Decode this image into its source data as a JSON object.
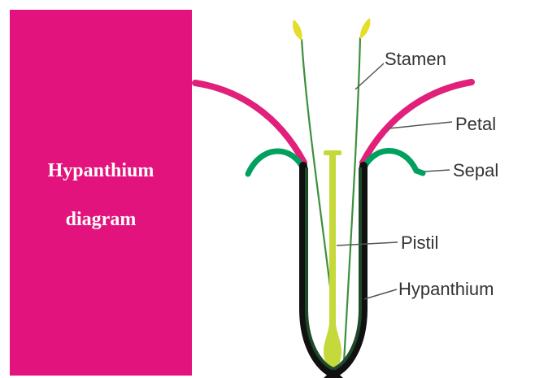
{
  "title_box": {
    "line1": "Hypanthium",
    "line2": "diagram",
    "color": "#e2137c"
  },
  "labels": {
    "stamen": "Stamen",
    "petal": "Petal",
    "sepal": "Sepal",
    "pistil": "Pistil",
    "hypanthium": "Hypanthium"
  },
  "colors": {
    "petal": "#e0207a",
    "sepal": "#00a05e",
    "hypanthium_outer": "#111111",
    "hypanthium_inner": "#1f4a2a",
    "stamen_filament": "#3d8f3d",
    "anther": "#e6dc2a",
    "pistil": "#c5d93a",
    "leader_line": "#555555"
  }
}
